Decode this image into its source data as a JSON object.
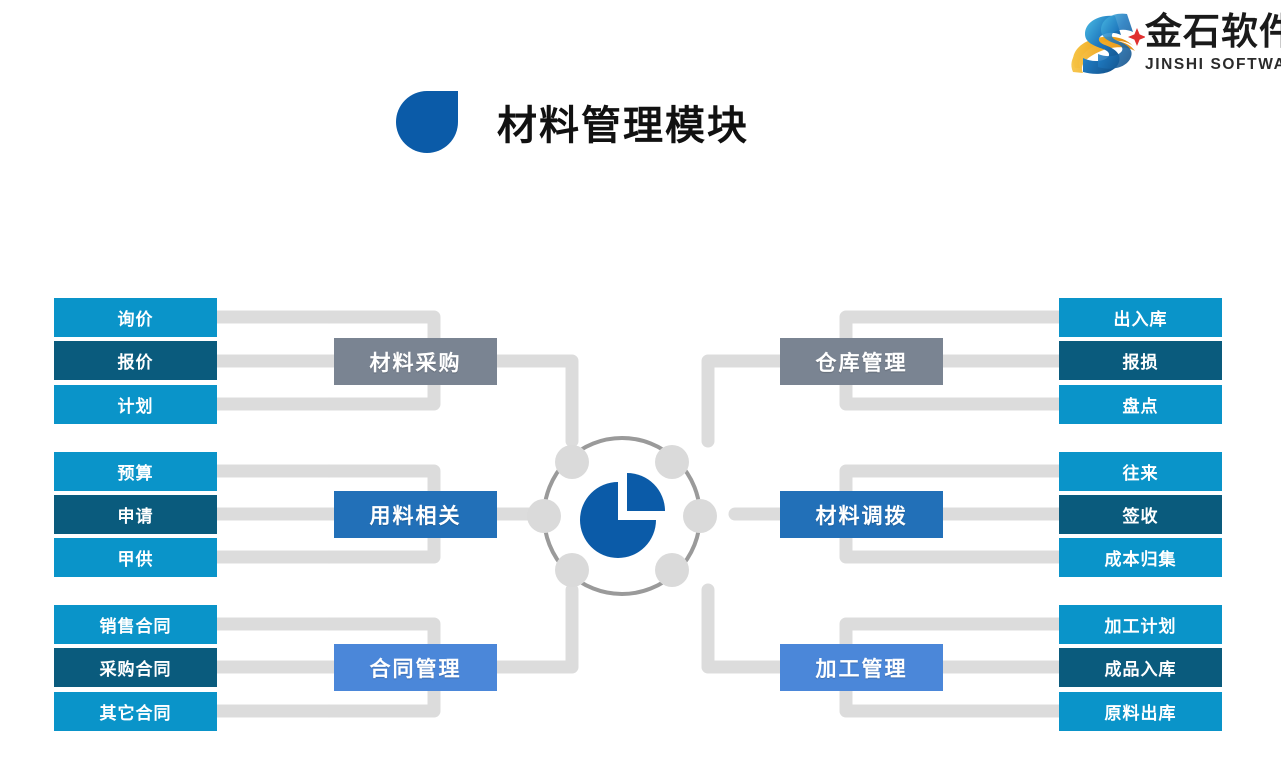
{
  "brand": {
    "name_cn": "金石软件",
    "name_en": "JINSHI SOFTWARE",
    "logo_icon": "jinshi-s-swoosh-logo",
    "colors": {
      "blue": "#1B75BB",
      "gold": "#F2A922",
      "red": "#E03030"
    }
  },
  "page": {
    "title": "材料管理模块",
    "title_bullet_icon": "droplet-shape",
    "background": "#ffffff"
  },
  "center": {
    "icon": "pie-chart-icon",
    "ring_color": "#9A9A9A",
    "node_color": "#DADADA",
    "pie_color": "#0B5BA8",
    "node_count": 6
  },
  "palette": {
    "leaf_light": "#0A94C9",
    "leaf_dark": "#0A5B7D",
    "hub_gray": "#7A8492",
    "hub_blue": "#2270B8",
    "hub_lightblue": "#4B87D9",
    "connector": "#DCDCDC"
  },
  "groups": {
    "left": [
      {
        "hub": "材料采购",
        "hub_style": "gray",
        "leaves": [
          {
            "label": "询价",
            "style": "light"
          },
          {
            "label": "报价",
            "style": "dark"
          },
          {
            "label": "计划",
            "style": "light"
          }
        ]
      },
      {
        "hub": "用料相关",
        "hub_style": "blue",
        "leaves": [
          {
            "label": "预算",
            "style": "light"
          },
          {
            "label": "申请",
            "style": "dark"
          },
          {
            "label": "甲供",
            "style": "light"
          }
        ]
      },
      {
        "hub": "合同管理",
        "hub_style": "lightblue",
        "leaves": [
          {
            "label": "销售合同",
            "style": "light"
          },
          {
            "label": "采购合同",
            "style": "dark"
          },
          {
            "label": "其它合同",
            "style": "light"
          }
        ]
      }
    ],
    "right": [
      {
        "hub": "仓库管理",
        "hub_style": "gray",
        "leaves": [
          {
            "label": "出入库",
            "style": "light"
          },
          {
            "label": "报损",
            "style": "dark"
          },
          {
            "label": "盘点",
            "style": "light"
          }
        ]
      },
      {
        "hub": "材料调拨",
        "hub_style": "blue",
        "leaves": [
          {
            "label": "往来",
            "style": "light"
          },
          {
            "label": "签收",
            "style": "dark"
          },
          {
            "label": "成本归集",
            "style": "light"
          }
        ]
      },
      {
        "hub": "加工管理",
        "hub_style": "lightblue",
        "leaves": [
          {
            "label": "加工计划",
            "style": "light"
          },
          {
            "label": "成品入库",
            "style": "dark"
          },
          {
            "label": "原料出库",
            "style": "light"
          }
        ]
      }
    ]
  }
}
